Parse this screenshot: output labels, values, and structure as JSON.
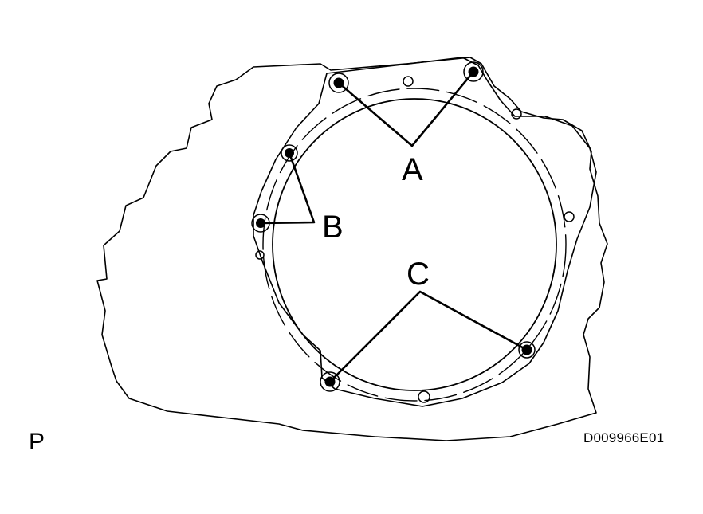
{
  "callouts": [
    {
      "id": "A",
      "label": "A"
    },
    {
      "id": "B",
      "label": "B"
    },
    {
      "id": "C",
      "label": "C"
    }
  ],
  "footer": {
    "view_letter": "P",
    "document_id": "D009966E01"
  }
}
